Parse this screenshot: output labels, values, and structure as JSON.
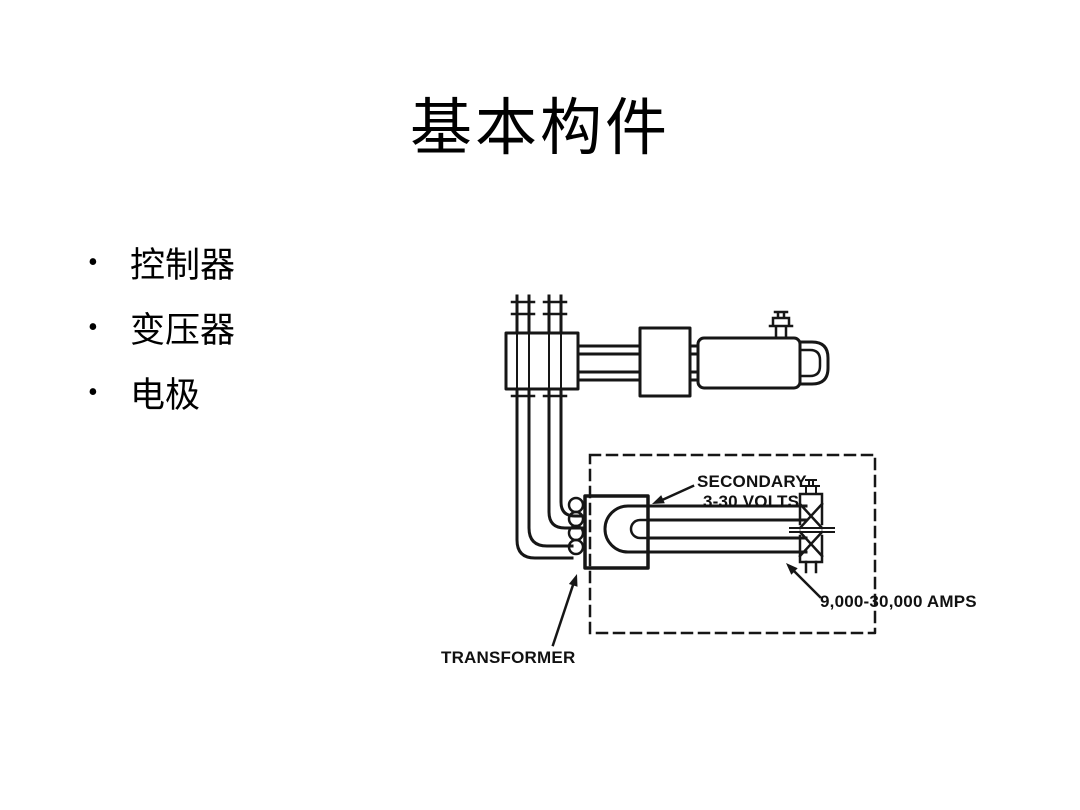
{
  "slide": {
    "title": "基本构件",
    "bullets": [
      {
        "label": "控制器"
      },
      {
        "label": "变压器"
      },
      {
        "label": "电极"
      }
    ]
  },
  "diagram": {
    "labels": {
      "secondary_line1": "SECONDARY",
      "secondary_line2": "3-30 VOLTS",
      "amps": "9,000-30,000 AMPS",
      "transformer": "TRANSFORMER"
    }
  }
}
